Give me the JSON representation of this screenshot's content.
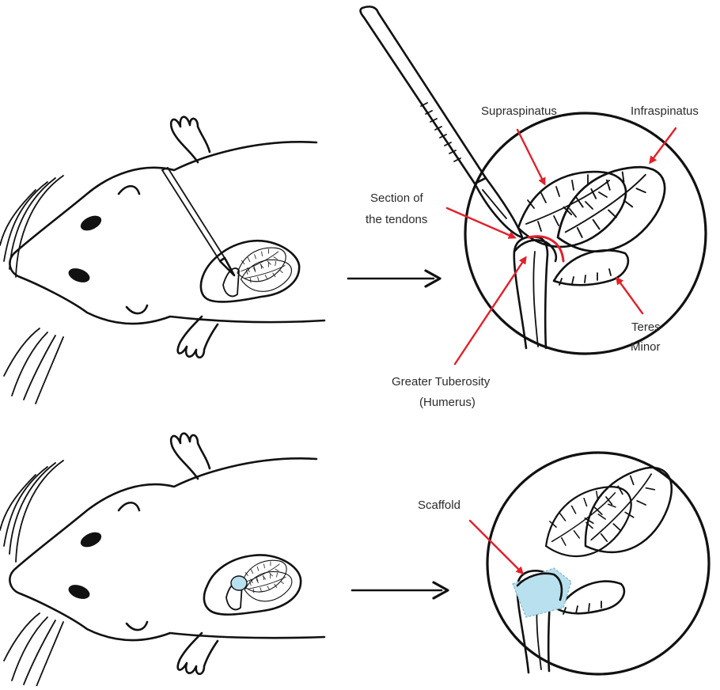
{
  "labels": {
    "supraspinatus": "Supraspinatus",
    "infraspinatus": "Infraspinatus",
    "section_line1": "Section of",
    "section_line2": "the tendons",
    "teres_line1": "Teres",
    "teres_line2": "Minor",
    "tuberosity_line1": "Greater Tuberosity",
    "tuberosity_line2": "(Humerus)",
    "scaffold": "Scaffold"
  },
  "colors": {
    "ink": "#111111",
    "arrow_red": "#e3202a",
    "scaffold_fill": "#b9e0ee"
  },
  "icons": [
    "scalpel-icon",
    "rat-icon",
    "right-arrow-icon",
    "magnifier-circle-icon"
  ]
}
